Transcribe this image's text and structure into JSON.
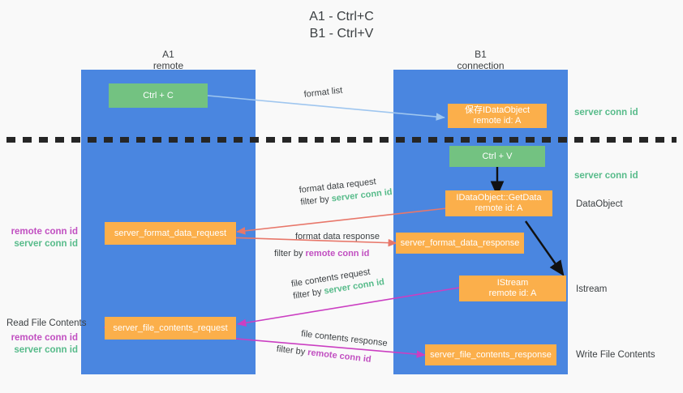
{
  "title": {
    "line1": "A1 - Ctrl+C",
    "line2": "B1 - Ctrl+V"
  },
  "columns": [
    {
      "name": "A1",
      "sub": "remote"
    },
    {
      "name": "B1",
      "sub": "connection"
    }
  ],
  "nodes": {
    "ctrl_c": "Ctrl + C",
    "ctrl_v": "Ctrl + V",
    "save_idataobject_l1": "保存IDataObject",
    "save_idataobject_l2": "remote id: A",
    "getdata_l1": "IDataObject::GetData",
    "getdata_l2": "remote id: A",
    "istream_l1": "IStream",
    "istream_l2": "remote id: A",
    "server_format_data_request": "server_format_data_request",
    "server_format_data_response": "server_format_data_response",
    "server_file_contents_request": "server_file_contents_request",
    "server_file_contents_response": "server_file_contents_response"
  },
  "edge_labels": {
    "format_list": "format list",
    "format_data_request": "format data request",
    "format_data_response": "format data response",
    "file_contents_request": "file contents request",
    "file_contents_response": "file contents response",
    "filter_by": "filter by ",
    "server_conn_id": "server conn id",
    "remote_conn_id": "remote conn id"
  },
  "right_annotations": [
    {
      "text": "server conn id",
      "kind": "green"
    },
    {
      "text": "server conn id",
      "kind": "green"
    },
    {
      "text": "DataObject",
      "kind": "plain"
    },
    {
      "text": "Istream",
      "kind": "plain"
    },
    {
      "text": "Write File Contents",
      "kind": "plain"
    }
  ],
  "left_annotations": {
    "group1": {
      "remote": "remote conn id",
      "server": "server conn id"
    },
    "read_file_contents": "Read File Contents",
    "group2": {
      "remote": "remote conn id",
      "server": "server conn id"
    }
  },
  "colors": {
    "lane_blue": "#4a86e0",
    "node_green": "#73c281",
    "node_orange": "#fbaf4b",
    "arrow_lightblue": "#9fc6ef",
    "arrow_red": "#e8776a",
    "arrow_magenta": "#cb3fc2",
    "arrow_black": "#111111",
    "text_green": "#57bb8a",
    "text_purple": "#c14fc1",
    "background": "#f9f9f9"
  }
}
